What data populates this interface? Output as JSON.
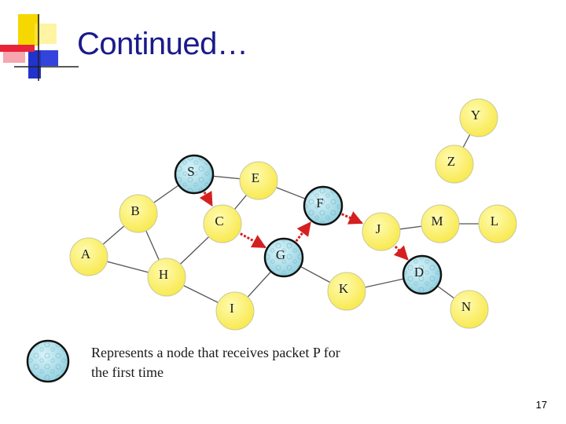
{
  "slide": {
    "title": "Continued…",
    "page_number": "17"
  },
  "colors": {
    "title": "#1a1a8c",
    "node_plain": "#fef36c",
    "node_reached": "#a8dde8",
    "edge": "#555555",
    "path": "#d42020",
    "accent_yellow": "#f6d800",
    "accent_blue": "#2233cc",
    "accent_red": "#e8243a"
  },
  "legend": {
    "line1": "Represents a node that receives packet P for",
    "line2": "the first time"
  },
  "nodes": [
    {
      "id": "S",
      "label": "S",
      "reached": true
    },
    {
      "id": "E",
      "label": "E",
      "reached": false
    },
    {
      "id": "B",
      "label": "B",
      "reached": false
    },
    {
      "id": "C",
      "label": "C",
      "reached": false
    },
    {
      "id": "F",
      "label": "F",
      "reached": true
    },
    {
      "id": "A",
      "label": "A",
      "reached": false
    },
    {
      "id": "G",
      "label": "G",
      "reached": true
    },
    {
      "id": "H",
      "label": "H",
      "reached": false
    },
    {
      "id": "I",
      "label": "I",
      "reached": false
    },
    {
      "id": "K",
      "label": "K",
      "reached": false
    },
    {
      "id": "J",
      "label": "J",
      "reached": false
    },
    {
      "id": "D",
      "label": "D",
      "reached": true
    },
    {
      "id": "M",
      "label": "M",
      "reached": false
    },
    {
      "id": "L",
      "label": "L",
      "reached": false
    },
    {
      "id": "Z",
      "label": "Z",
      "reached": false
    },
    {
      "id": "Y",
      "label": "Y",
      "reached": false
    },
    {
      "id": "N",
      "label": "N",
      "reached": false
    }
  ],
  "edges": [
    [
      "S",
      "B"
    ],
    [
      "S",
      "E"
    ],
    [
      "E",
      "C"
    ],
    [
      "E",
      "F"
    ],
    [
      "B",
      "A"
    ],
    [
      "B",
      "H"
    ],
    [
      "C",
      "H"
    ],
    [
      "A",
      "H"
    ],
    [
      "H",
      "I"
    ],
    [
      "I",
      "G"
    ],
    [
      "G",
      "K"
    ],
    [
      "K",
      "D"
    ],
    [
      "J",
      "M"
    ],
    [
      "M",
      "L"
    ],
    [
      "Z",
      "Y"
    ],
    [
      "D",
      "N"
    ]
  ],
  "path_edges": [
    [
      "S",
      "C"
    ],
    [
      "C",
      "G"
    ],
    [
      "G",
      "F"
    ],
    [
      "F",
      "J"
    ],
    [
      "J",
      "D"
    ]
  ]
}
